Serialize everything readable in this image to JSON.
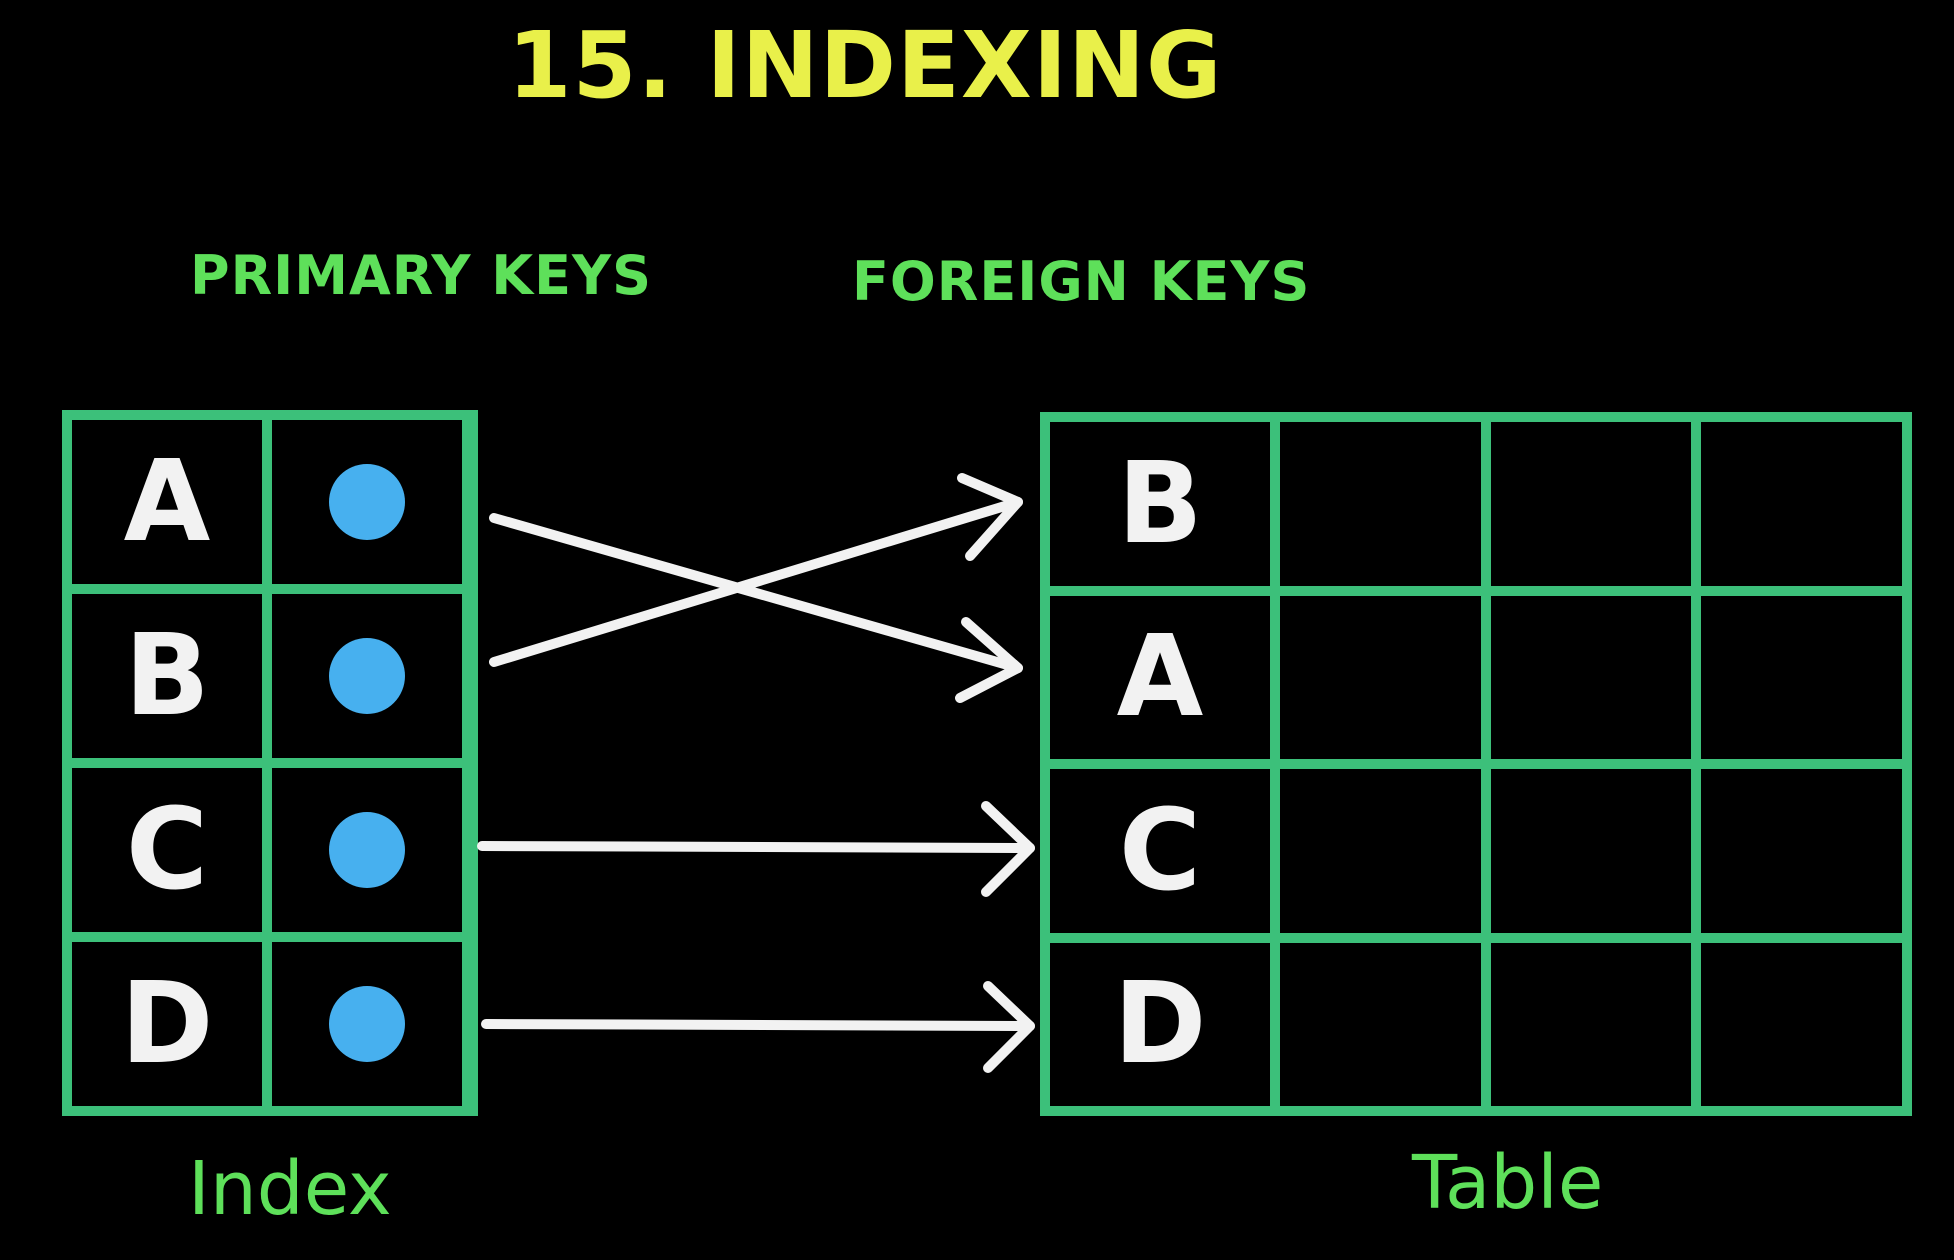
{
  "title": "15. INDEXING",
  "headings": {
    "primary": "PRIMARY KEYS",
    "foreign": "FOREIGN KEYS"
  },
  "captions": {
    "index": "Index",
    "table": "Table"
  },
  "index": {
    "rows": [
      "A",
      "B",
      "C",
      "D"
    ]
  },
  "table": {
    "rows": [
      "B",
      "A",
      "C",
      "D"
    ],
    "extra_columns": 3
  },
  "mappings": [
    {
      "from": "A",
      "to": "A"
    },
    {
      "from": "B",
      "to": "B"
    },
    {
      "from": "C",
      "to": "C"
    },
    {
      "from": "D",
      "to": "D"
    }
  ],
  "colors": {
    "title": "#e9f04a",
    "heading": "#5ee05a",
    "grid": "#3cc07a",
    "dot": "#47b0ef",
    "arrow": "#f2f2f2",
    "background": "#000000"
  }
}
